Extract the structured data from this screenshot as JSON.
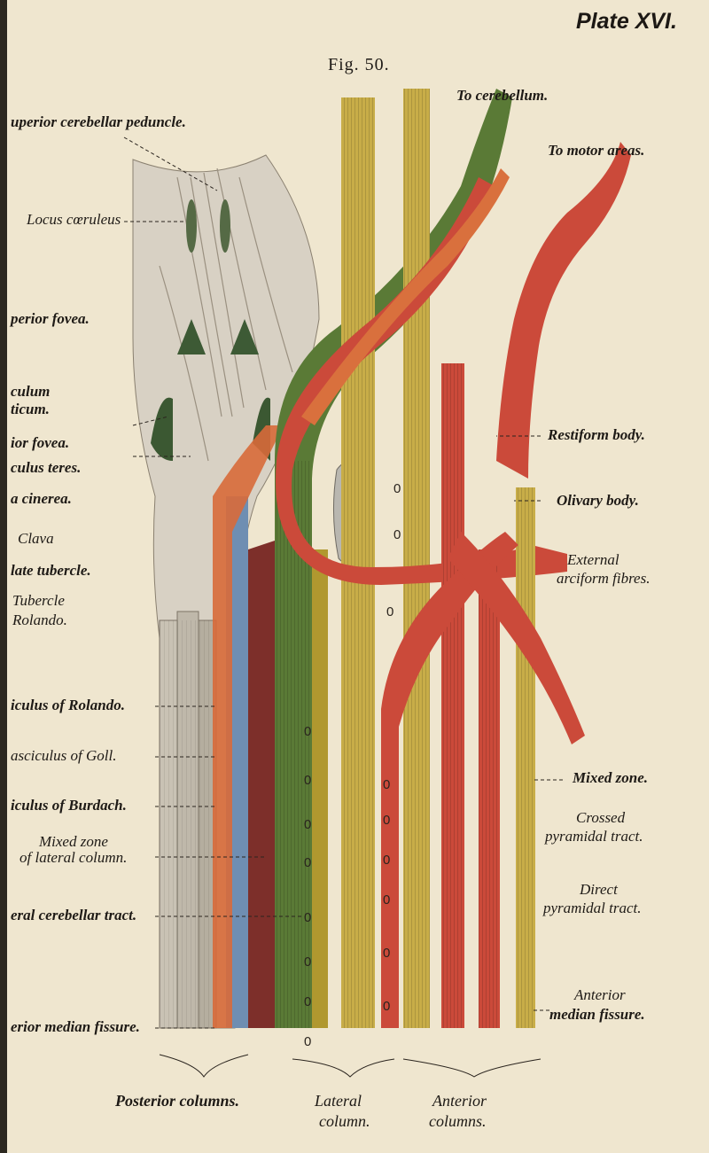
{
  "plate_title": "Plate XVI.",
  "figure_label": "Fig. 50.",
  "colors": {
    "paper": "#efe6cf",
    "dorsal_gray": "#d8d1c4",
    "gray_tract": "#b7b1a4",
    "ochre_tract": "#c8ad48",
    "green_tract": "#5a7a36",
    "blue_tract": "#6f8eb2",
    "maroon_tract": "#7d2f2a",
    "red_tract": "#cb4a3a",
    "orange_tract": "#d86a3a",
    "ink": "#1e1a16"
  },
  "labels_top": {
    "to_cerebellum": "To cerebellum.",
    "to_motor_areas": "To motor areas."
  },
  "labels_left": [
    {
      "text": "uperior cerebellar peduncle.",
      "bold": true
    },
    {
      "text": "Locus cœruleus",
      "bold": false
    },
    {
      "text": "perior fovea.",
      "bold": true
    },
    {
      "text": "culum",
      "bold": true
    },
    {
      "text": "ticum.",
      "bold": true
    },
    {
      "text": "ior fovea.",
      "bold": true
    },
    {
      "text": "culus teres.",
      "bold": true
    },
    {
      "text": "a cinerea.",
      "bold": true
    },
    {
      "text": "Clava",
      "bold": false
    },
    {
      "text": "late tubercle.",
      "bold": true
    },
    {
      "text": "Tubercle",
      "bold": false
    },
    {
      "text": "Rolando.",
      "bold": false
    },
    {
      "text": "iculus of Rolando.",
      "bold": true
    },
    {
      "text": "asciculus of Goll.",
      "bold": false
    },
    {
      "text": "iculus of Burdach.",
      "bold": true
    },
    {
      "text": "Mixed zone",
      "bold": false
    },
    {
      "text": "of lateral column.",
      "bold": false
    },
    {
      "text": "eral cerebellar tract.",
      "bold": true
    },
    {
      "text": "erior median fissure.",
      "bold": true
    }
  ],
  "labels_right": [
    {
      "text": "Restiform body."
    },
    {
      "text": "Olivary body."
    },
    {
      "text": "External"
    },
    {
      "text": "arciform fibres."
    },
    {
      "text": "Mixed zone."
    },
    {
      "text": "Crossed"
    },
    {
      "text": "pyramidal tract."
    },
    {
      "text": "Direct"
    },
    {
      "text": "pyramidal tract."
    },
    {
      "text": "Anterior"
    },
    {
      "text": "median fissure."
    }
  ],
  "labels_bottom": {
    "posterior_columns": "Posterior columns.",
    "lateral_column_1": "Lateral",
    "lateral_column_2": "column.",
    "anterior_columns_1": "Anterior",
    "anterior_columns_2": "columns."
  }
}
